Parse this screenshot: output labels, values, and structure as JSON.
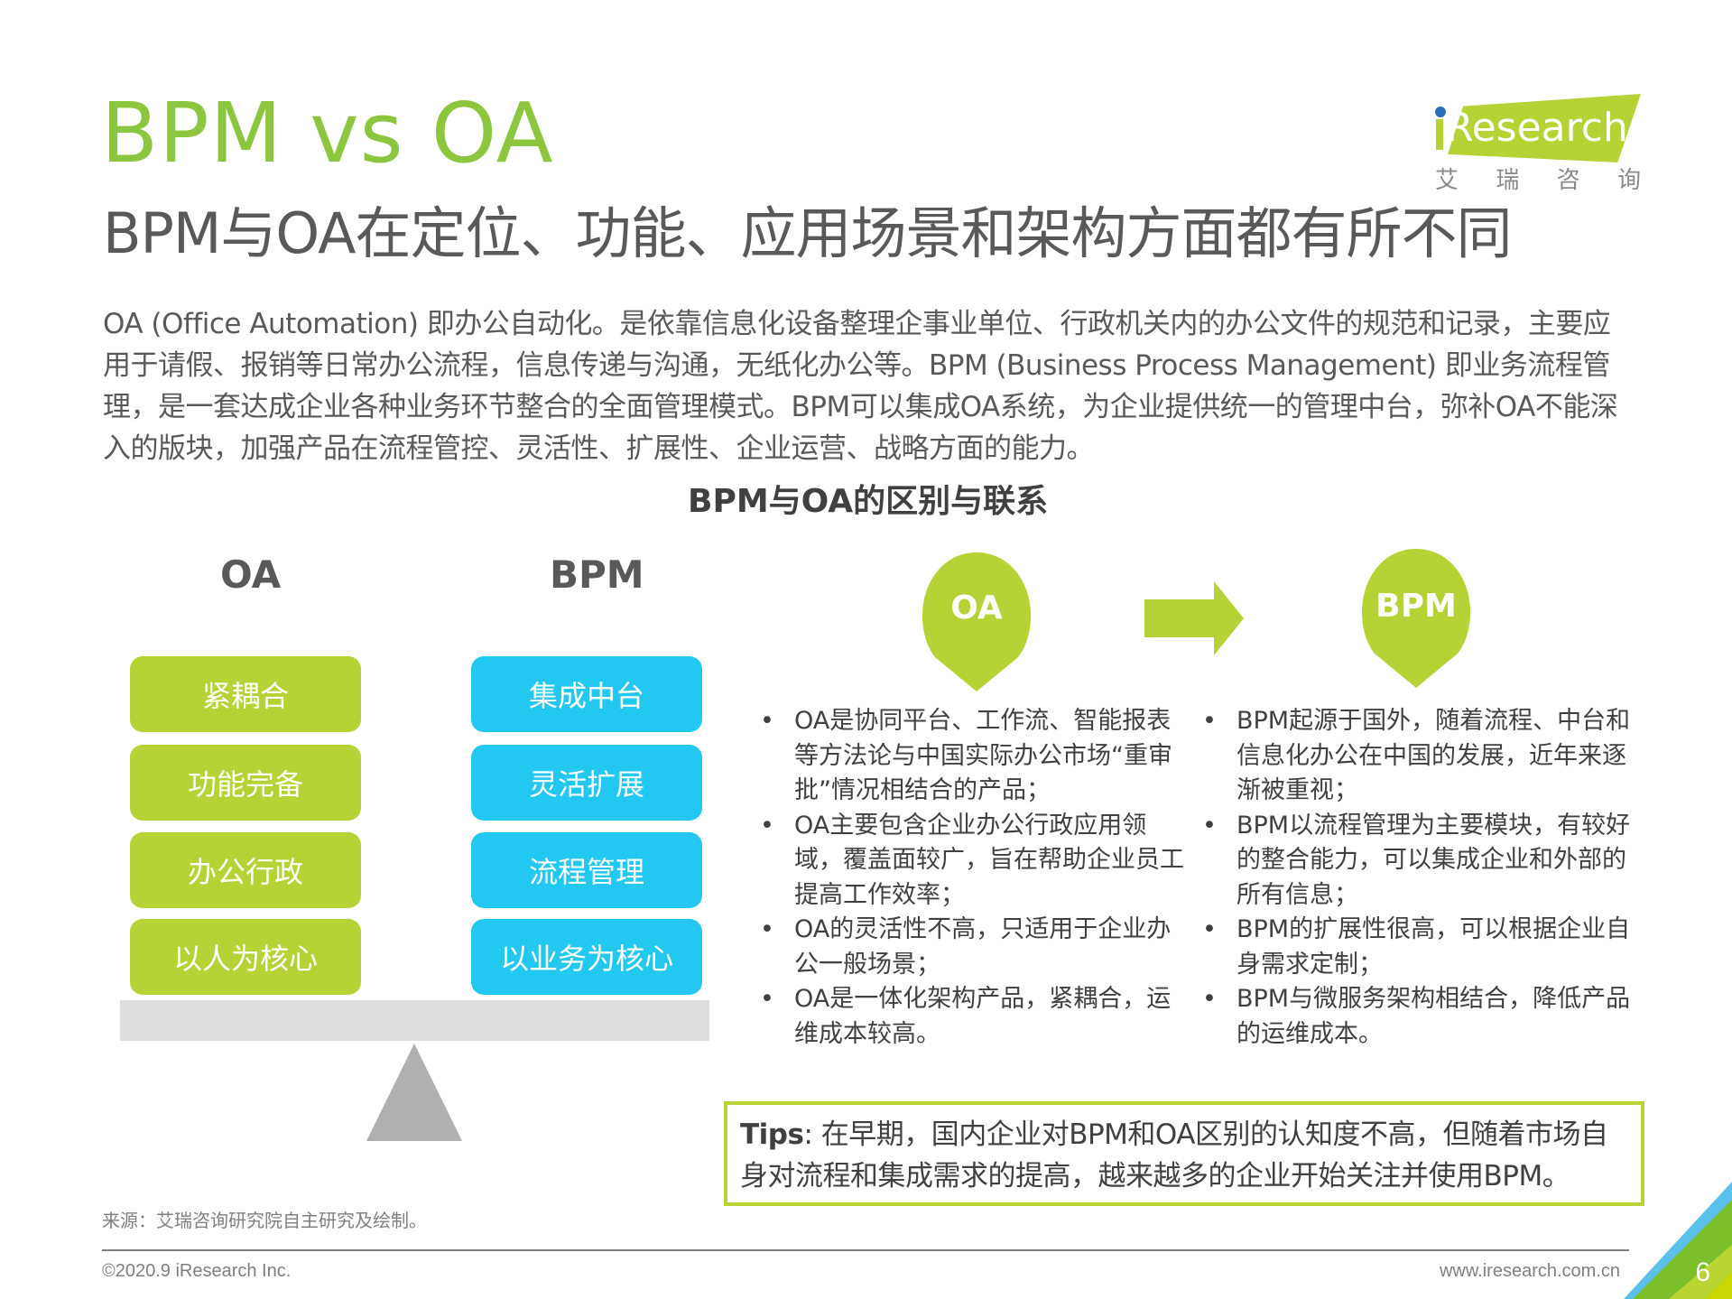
{
  "header": {
    "title": "BPM vs OA",
    "subtitle": "BPM与OA在定位、功能、应用场景和架构方面都有所不同",
    "logo": {
      "brand": "Research",
      "cn_chars": [
        "艾",
        "瑞",
        "咨",
        "询"
      ]
    }
  },
  "intro": {
    "text": "OA (Office Automation) 即办公自动化。是依靠信息化设备整理企事业单位、行政机关内的办公文件的规范和记录，主要应用于请假、报销等日常办公流程，信息传递与沟通，无纸化办公等。BPM (Business Process Management) 即业务流程管理，是一套达成企业各种业务环节整合的全面管理模式。BPM可以集成OA系统，为企业提供统一的管理中台，弥补OA不能深入的版块，加强产品在流程管控、灵活性、扩展性、企业运营、战略方面的能力。"
  },
  "diagram": {
    "title": "BPM与OA的区别与联系",
    "balance": {
      "oa": {
        "heading": "OA",
        "items": [
          "紧耦合",
          "功能完备",
          "办公行政",
          "以人为核心"
        ],
        "color": "#b5d334"
      },
      "bpm": {
        "heading": "BPM",
        "items": [
          "集成中台",
          "灵活扩展",
          "流程管理",
          "以业务为核心"
        ],
        "color": "#22c8f0"
      }
    },
    "pins": {
      "oa": "OA",
      "bpm": "BPM",
      "color": "#b5d334"
    },
    "oa_points": [
      "OA是协同平台、工作流、智能报表等方法论与中国实际办公市场“重审批”情况相结合的产品；",
      "OA主要包含企业办公行政应用领域，覆盖面较广，旨在帮助企业员工提高工作效率；",
      "OA的灵活性不高，只适用于企业办公一般场景；",
      "OA是一体化架构产品，紧耦合，运维成本较高。"
    ],
    "bpm_points": [
      "BPM起源于国外，随着流程、中台和信息化办公在中国的发展，近年来逐渐被重视；",
      "BPM以流程管理为主要模块，有较好的整合能力，可以集成企业和外部的所有信息；",
      "BPM的扩展性很高，可以根据企业自身需求定制；",
      "BPM与微服务架构相结合，降低产品的运维成本。"
    ]
  },
  "tips": {
    "label": "Tips",
    "text": ": 在早期，国内企业对BPM和OA区别的认知度不高，但随着市场自身对流程和集成需求的提高，越来越多的企业开始关注并使用BPM。"
  },
  "footer": {
    "source": "来源：艾瑞咨询研究院自主研究及绘制。",
    "copyright": "©2020.9 iResearch Inc.",
    "website": "www.iresearch.com.cn",
    "page_number": "6"
  },
  "colors": {
    "accent_green": "#8cc63f",
    "box_green": "#b5d334",
    "box_blue": "#22c8f0",
    "text_gray": "#595959"
  }
}
